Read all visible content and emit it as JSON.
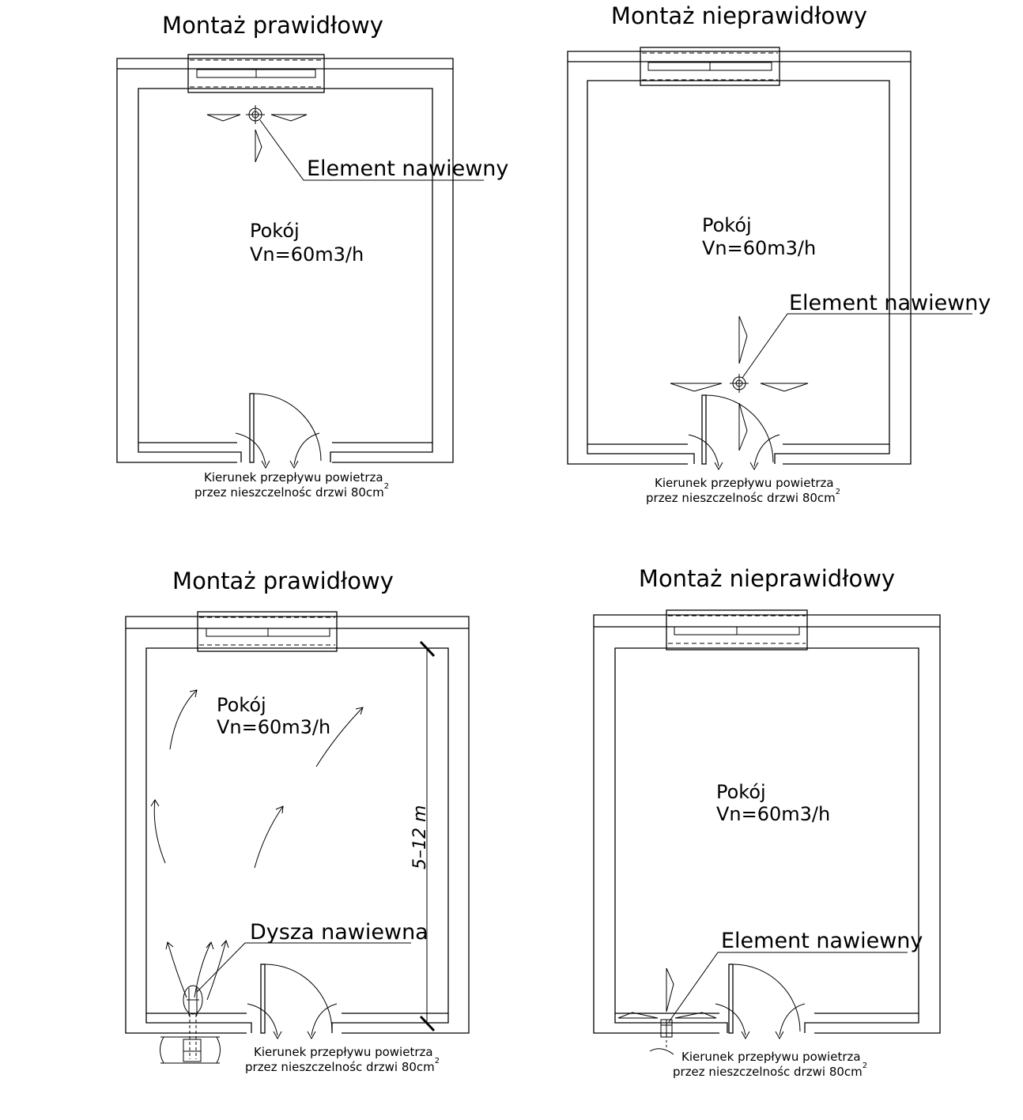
{
  "panels": [
    {
      "title": "Montaż prawidłowy",
      "room_name": "Pokój",
      "room_flow": "Vn=60m3/h",
      "element_label": "Element nawiewny",
      "note_line1": "Kierunek przepływu powietrza",
      "note_line2": "przez nieszczelnośc drzwi 80cm",
      "note_sup": "2"
    },
    {
      "title": "Montaż nieprawidłowy",
      "room_name": "Pokój",
      "room_flow": "Vn=60m3/h",
      "element_label": "Element nawiewny",
      "note_line1": "Kierunek przepływu powietrza",
      "note_line2": "przez nieszczelnośc drzwi 80cm",
      "note_sup": "2"
    },
    {
      "title": "Montaż prawidłowy",
      "room_name": "Pokój",
      "room_flow": "Vn=60m3/h",
      "element_label": "Dysza nawiewna",
      "dimension": "5–12 m",
      "note_line1": "Kierunek przepływu powietrza",
      "note_line2": "przez nieszczelnośc drzwi 80cm",
      "note_sup": "2"
    },
    {
      "title": "Montaż nieprawidłowy",
      "room_name": "Pokój",
      "room_flow": "Vn=60m3/h",
      "element_label": "Element nawiewny",
      "note_line1": "Kierunek przepływu powietrza",
      "note_line2": "przez nieszczelnośc drzwi 80cm",
      "note_sup": "2"
    }
  ]
}
